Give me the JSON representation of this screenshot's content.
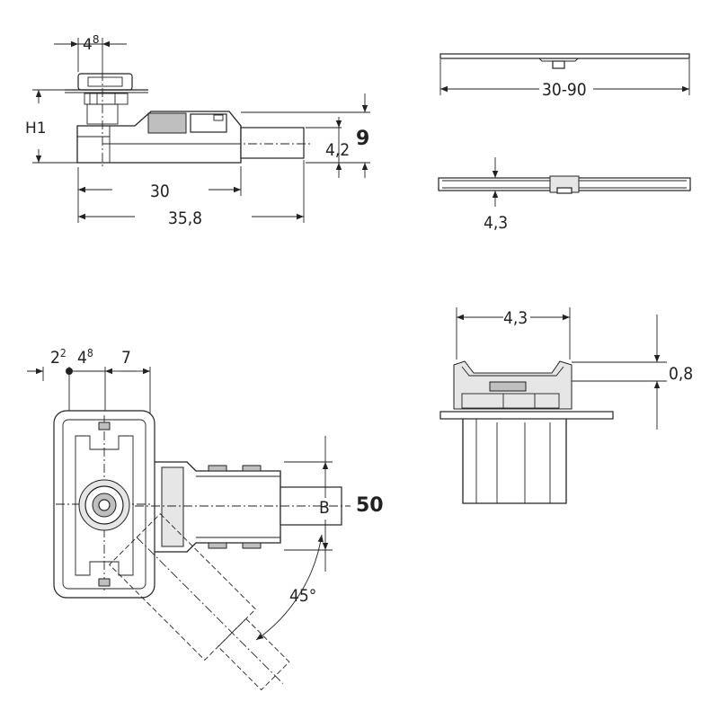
{
  "views": {
    "side": {
      "labels": {
        "top_width": "4",
        "top_width_sup": "8",
        "height": "H1",
        "inner_length": "30",
        "total_length": "35,8",
        "outlet_height": "4,2",
        "outlet_overall": "9"
      }
    },
    "channel_top": {
      "labels": {
        "length_range": "30-90"
      }
    },
    "channel_side": {
      "labels": {
        "height": "4,3"
      }
    },
    "section": {
      "labels": {
        "width": "4,3",
        "step": "0,8"
      }
    },
    "plan": {
      "labels": {
        "dim_a": "2",
        "dim_a_sup": "2",
        "dim_b": "4",
        "dim_b_sup": "8",
        "dim_c": "7",
        "pipe_label": "B",
        "pipe_size": "50",
        "angle": "45°"
      }
    }
  }
}
